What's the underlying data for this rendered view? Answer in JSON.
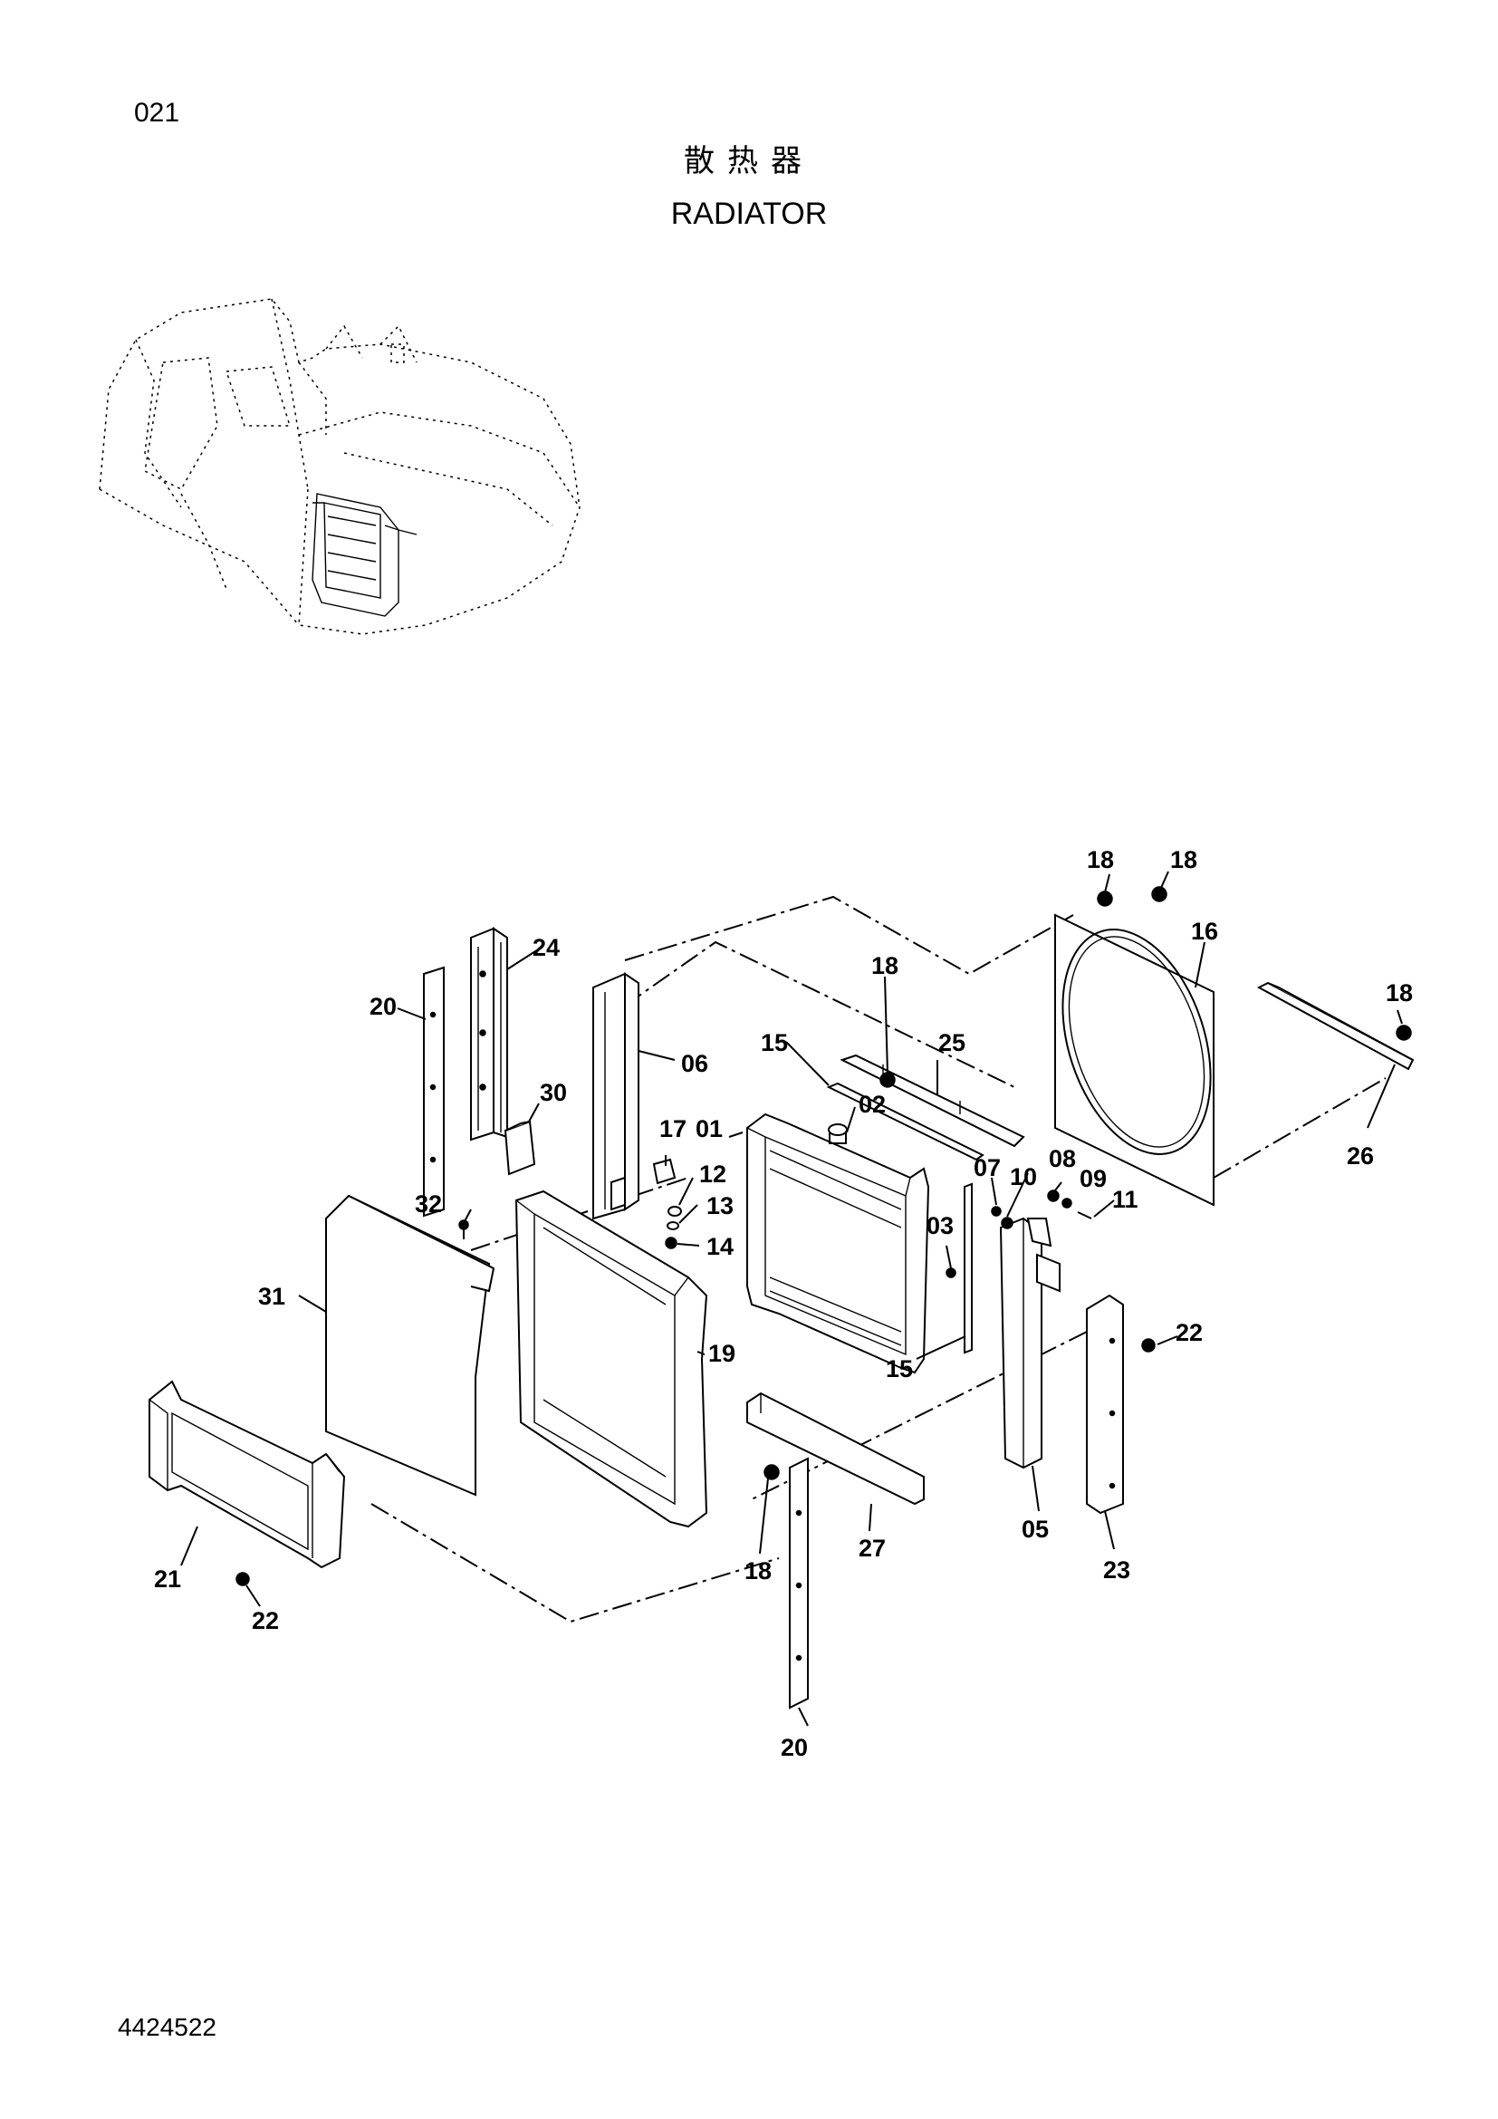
{
  "page_number": "021",
  "title_cn": "散热器",
  "title_en": "RADIATOR",
  "doc_code": "4424522",
  "icons": {
    "locator": "excavator-locator-icon"
  },
  "callouts": [
    {
      "id": "lbl-01",
      "text": "01"
    },
    {
      "id": "lbl-02",
      "text": "02"
    },
    {
      "id": "lbl-03",
      "text": "03"
    },
    {
      "id": "lbl-05",
      "text": "05"
    },
    {
      "id": "lbl-06",
      "text": "06"
    },
    {
      "id": "lbl-07",
      "text": "07"
    },
    {
      "id": "lbl-08",
      "text": "08"
    },
    {
      "id": "lbl-09",
      "text": "09"
    },
    {
      "id": "lbl-10",
      "text": "10"
    },
    {
      "id": "lbl-11",
      "text": "11"
    },
    {
      "id": "lbl-12",
      "text": "12"
    },
    {
      "id": "lbl-13",
      "text": "13"
    },
    {
      "id": "lbl-14",
      "text": "14"
    },
    {
      "id": "lbl-15a",
      "text": "15"
    },
    {
      "id": "lbl-15b",
      "text": "15"
    },
    {
      "id": "lbl-16",
      "text": "16"
    },
    {
      "id": "lbl-17",
      "text": "17"
    },
    {
      "id": "lbl-18a",
      "text": "18"
    },
    {
      "id": "lbl-18b",
      "text": "18"
    },
    {
      "id": "lbl-18c",
      "text": "18"
    },
    {
      "id": "lbl-18d",
      "text": "18"
    },
    {
      "id": "lbl-18e",
      "text": "18"
    },
    {
      "id": "lbl-19",
      "text": "19"
    },
    {
      "id": "lbl-20a",
      "text": "20"
    },
    {
      "id": "lbl-20b",
      "text": "20"
    },
    {
      "id": "lbl-21",
      "text": "21"
    },
    {
      "id": "lbl-22a",
      "text": "22"
    },
    {
      "id": "lbl-22b",
      "text": "22"
    },
    {
      "id": "lbl-23",
      "text": "23"
    },
    {
      "id": "lbl-24",
      "text": "24"
    },
    {
      "id": "lbl-25",
      "text": "25"
    },
    {
      "id": "lbl-26",
      "text": "26"
    },
    {
      "id": "lbl-27",
      "text": "27"
    },
    {
      "id": "lbl-30",
      "text": "30"
    },
    {
      "id": "lbl-31",
      "text": "31"
    },
    {
      "id": "lbl-32",
      "text": "32"
    }
  ]
}
